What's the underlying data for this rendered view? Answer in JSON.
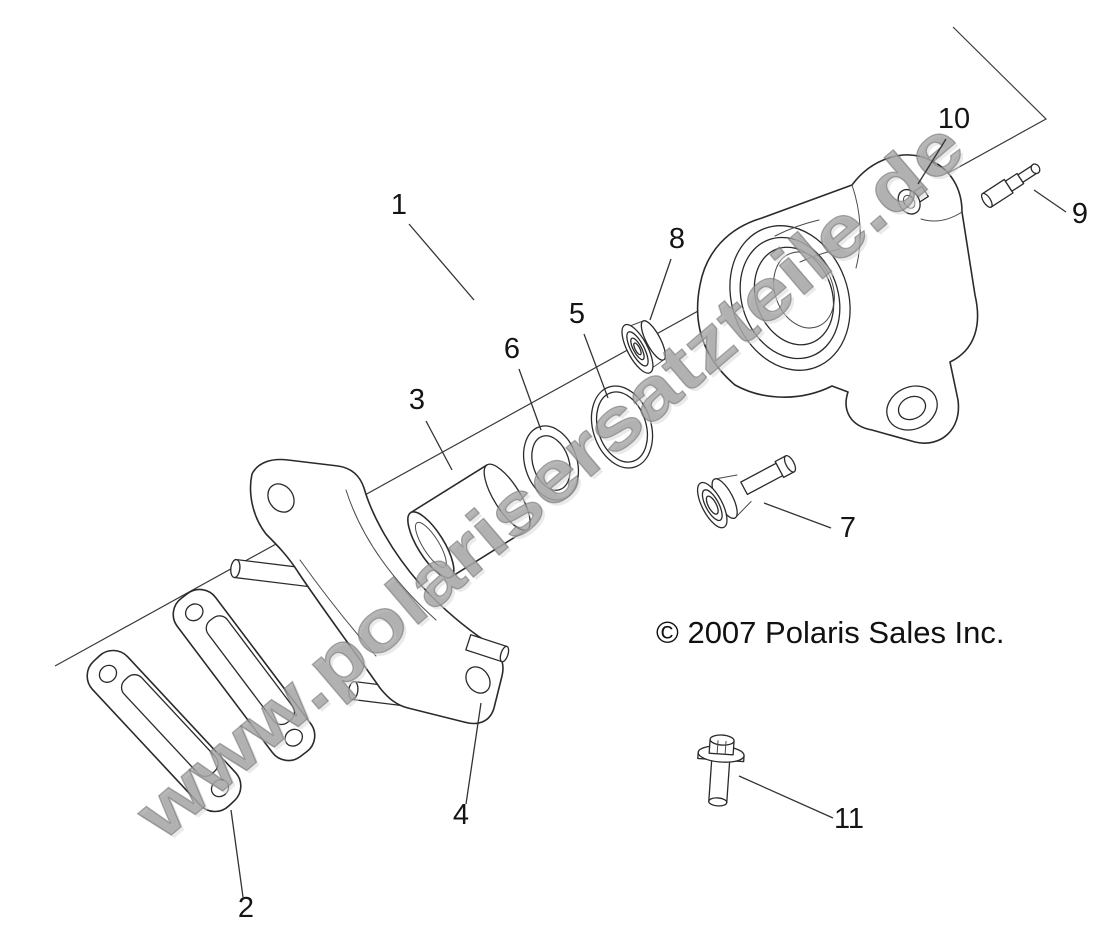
{
  "diagram": {
    "watermark": "www.polarisersatzteile.de",
    "copyright": "© 2007 Polaris Sales Inc.",
    "callouts": [
      {
        "label": "1"
      },
      {
        "label": "2"
      },
      {
        "label": "3"
      },
      {
        "label": "4"
      },
      {
        "label": "5"
      },
      {
        "label": "6"
      },
      {
        "label": "7"
      },
      {
        "label": "8"
      },
      {
        "label": "9"
      },
      {
        "label": "10"
      },
      {
        "label": "11"
      }
    ],
    "colors": {
      "line": "#2a2a2a",
      "watermark": "#9b9b9b",
      "text": "#111111",
      "background": "#ffffff"
    }
  }
}
